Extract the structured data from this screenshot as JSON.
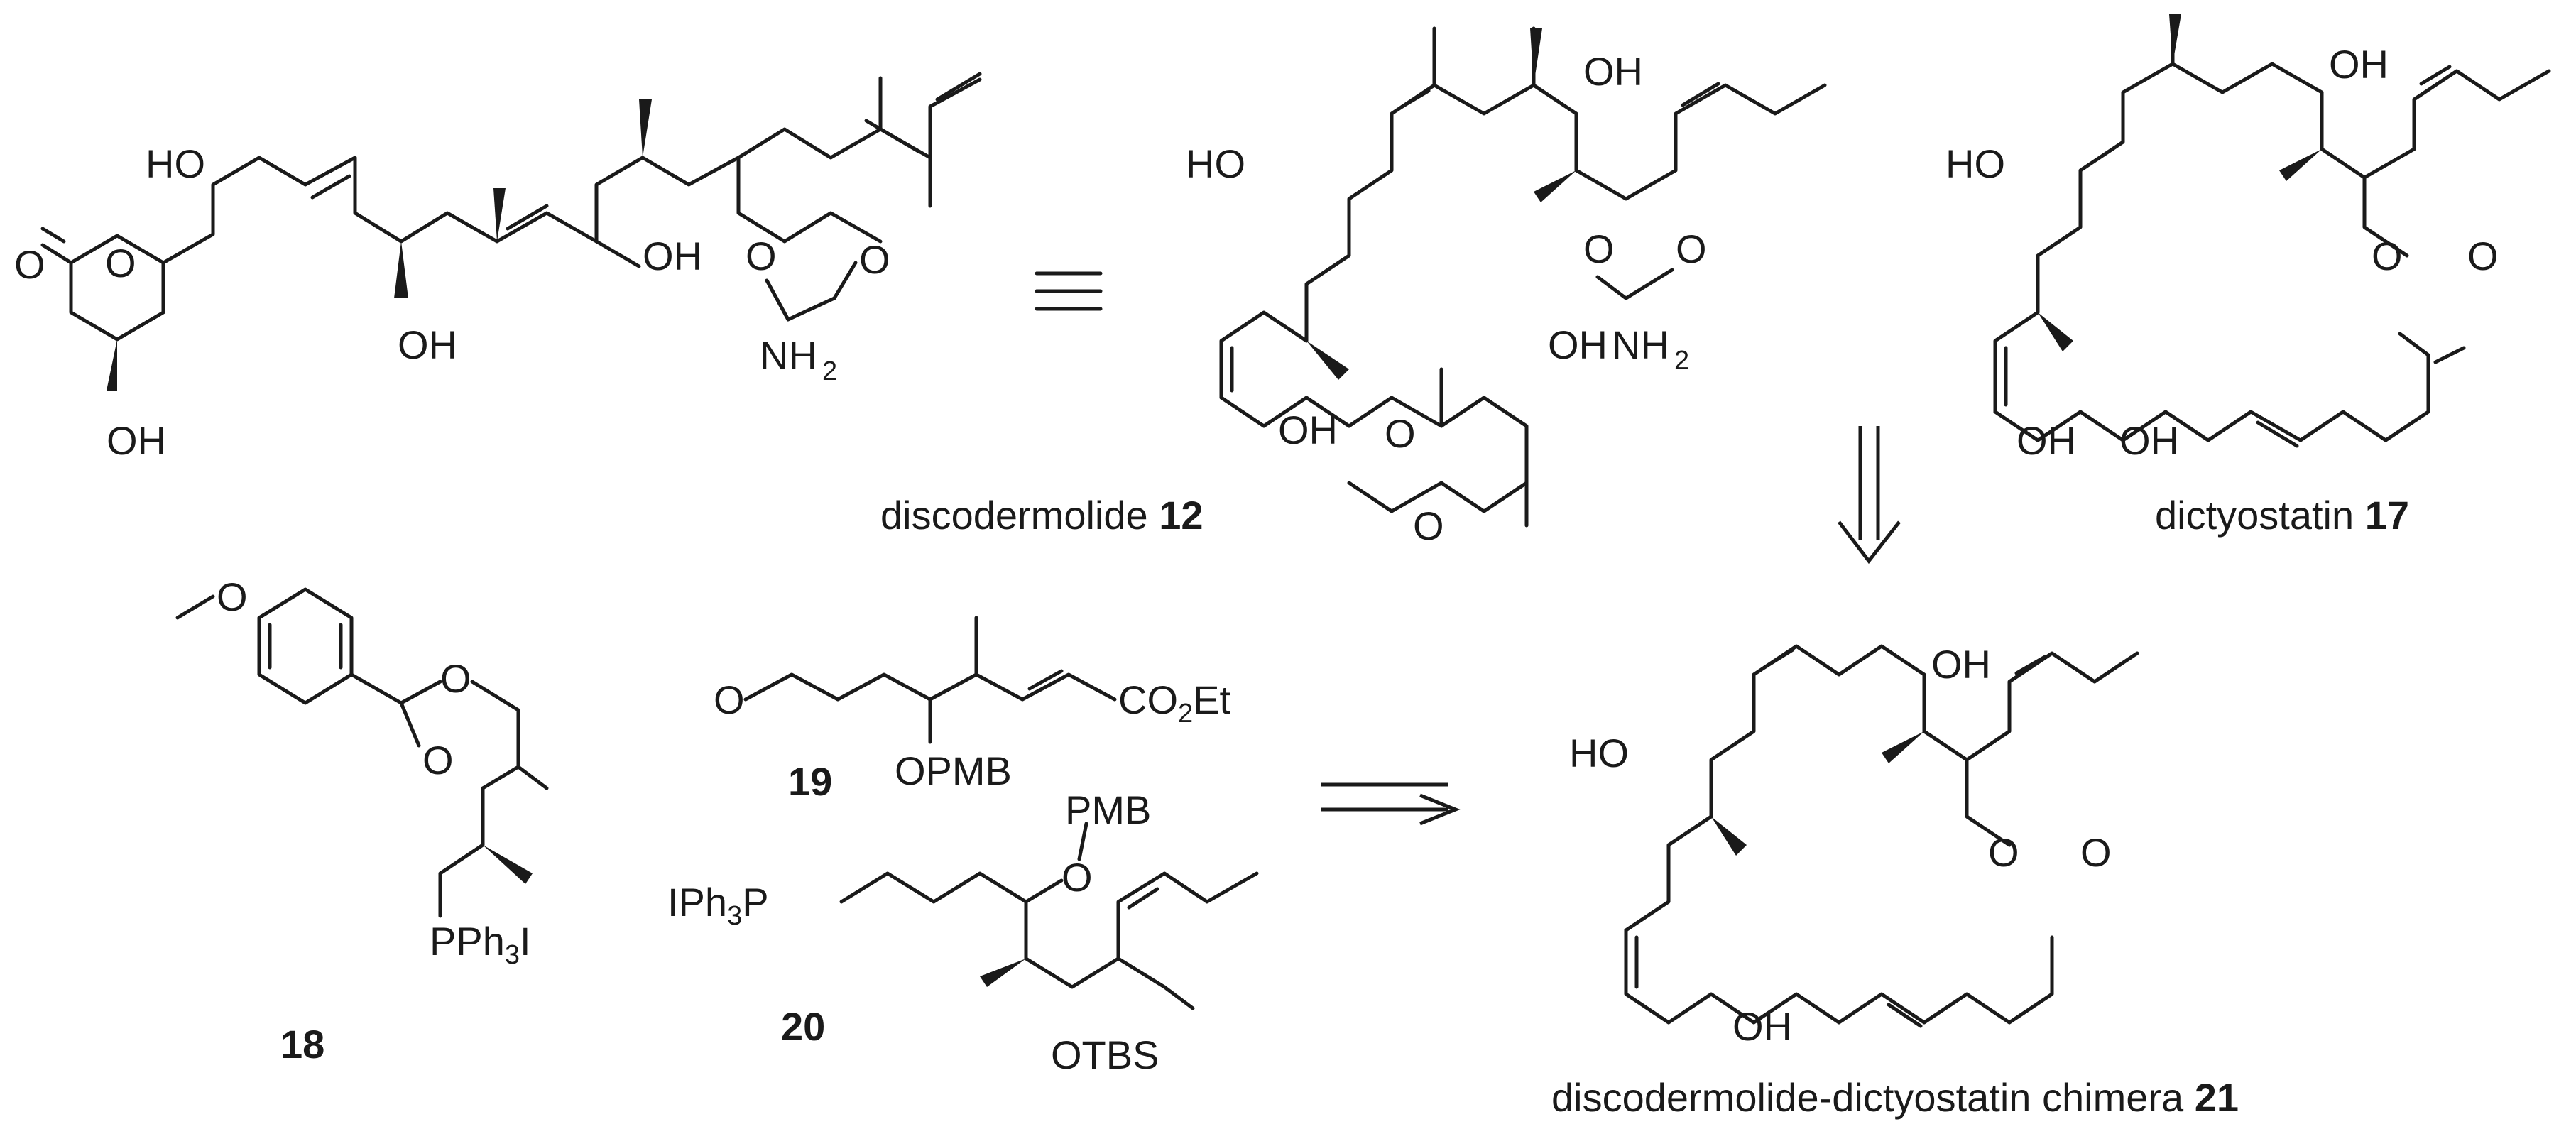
{
  "compounds": {
    "discodermolide": {
      "name": "discodermolide",
      "number": "12"
    },
    "dictyostatin": {
      "name": "dictyostatin",
      "number": "17"
    },
    "c18": {
      "number": "18"
    },
    "c19": {
      "number": "19"
    },
    "c20": {
      "number": "20"
    },
    "chimera": {
      "name": "discodermolide-dictyostatin chimera",
      "number": "21"
    }
  },
  "labels": {
    "HO": "HO",
    "OH": "OH",
    "O": "O",
    "NH": "NH",
    "two": "2",
    "three": "3",
    "CO": "CO",
    "Et": "Et",
    "OPMB": "OPMB",
    "PMB": "PMB",
    "OTBS": "OTBS",
    "IPh": "IPh",
    "P": "P",
    "PPh": "PPh",
    "I": "I"
  },
  "symbols": {
    "equivalence": "equivalent-sign",
    "retrosynthesis": "retrosynthetic-arrow",
    "synthesis": "multistep-arrow"
  }
}
